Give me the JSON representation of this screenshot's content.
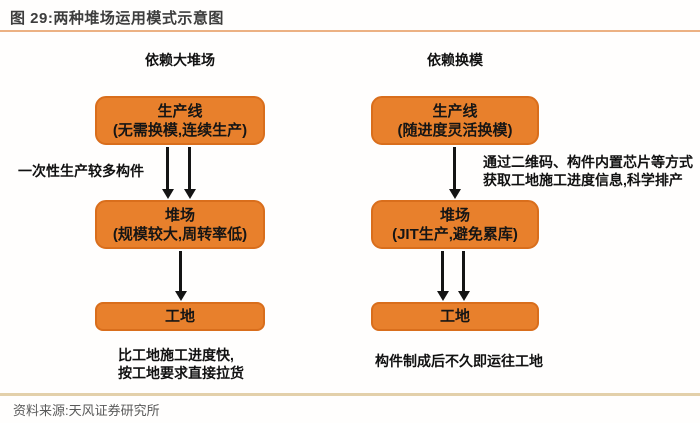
{
  "figure": {
    "title": "图 29:两种堆场运用模式示意图",
    "source": "资料来源:天风证券研究所"
  },
  "colors": {
    "box_fill": "#E8802C",
    "box_border": "#D96E1C",
    "title_rule": "#ECB183",
    "footer_rule": "#E3D0AA",
    "arrow": "#141414",
    "title_text": "#3D3D3D",
    "source_text": "#595959"
  },
  "diagram": {
    "left": {
      "header": "依赖大堆场",
      "box1_line1": "生产线",
      "box1_line2": "(无需换模,连续生产)",
      "annotation": "一次性生产较多构件",
      "box2_line1": "堆场",
      "box2_line2": "(规模较大,周转率低)",
      "box3": "工地",
      "footnote_line1": "比工地施工进度快,",
      "footnote_line2": "按工地要求直接拉货"
    },
    "right": {
      "header": "依赖换模",
      "box1_line1": "生产线",
      "box1_line2": "(随进度灵活换模)",
      "annotation_line1": "通过二维码、构件内置芯片等方式",
      "annotation_line2": "获取工地施工进度信息,科学排产",
      "box2_line1": "堆场",
      "box2_line2": "(JIT生产,避免累库)",
      "box3": "工地",
      "footnote": "构件制成后不久即运往工地"
    }
  }
}
